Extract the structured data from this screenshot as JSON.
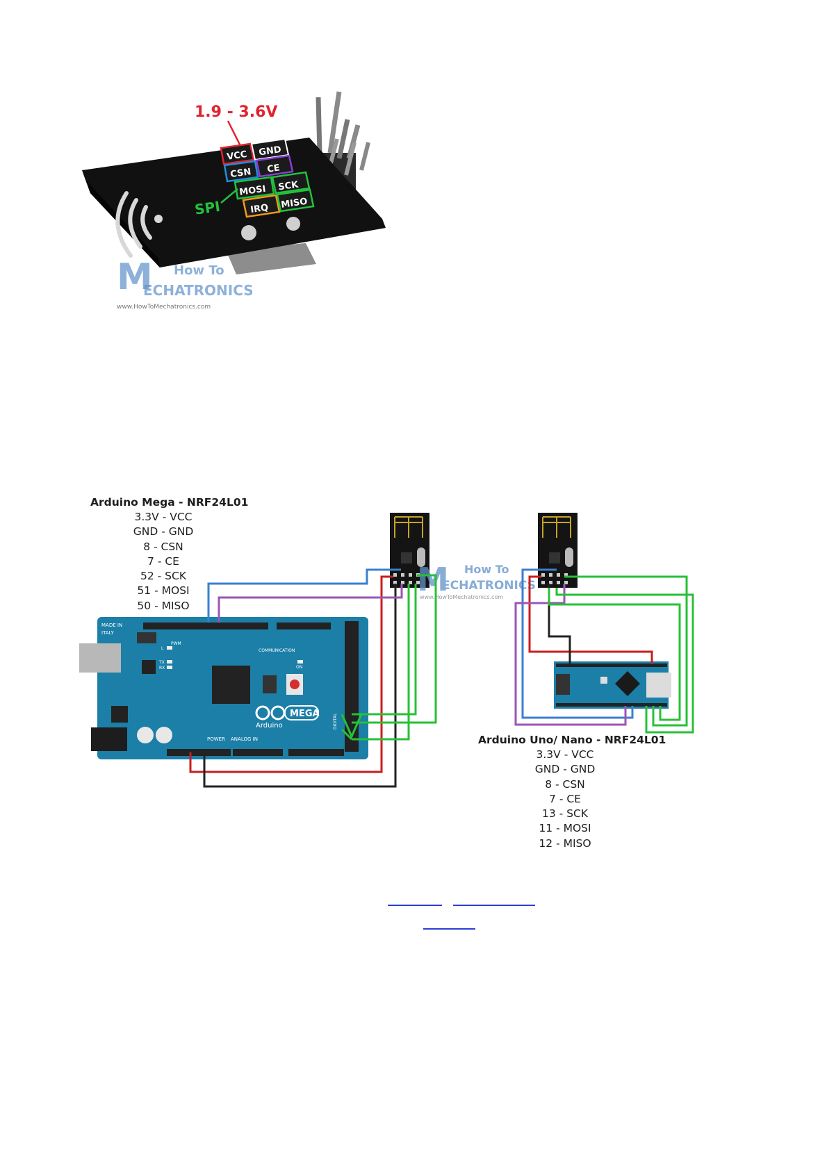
{
  "figure1": {
    "voltage_label": "1.9 - 3.6V",
    "spi_label": "SPI",
    "pins": [
      "VCC",
      "GND",
      "CSN",
      "CE",
      "MOSI",
      "SCK",
      "IRQ",
      "MISO"
    ],
    "colors": {
      "vcc": "#e0242e",
      "gnd": "#ffffff",
      "csn": "#1f8de0",
      "ce": "#8a3fd1",
      "spi": "#23c23c",
      "irq": "#f29a1b"
    },
    "watermark": {
      "line1": "How To",
      "line2": "ECHATRONICS",
      "url": "www.HowToMechatronics.com"
    }
  },
  "figure2": {
    "mega_box": {
      "title": "Arduino Mega - NRF24L01",
      "rows": [
        "3.3V - VCC",
        "GND - GND",
        "8 - CSN",
        "7 - CE",
        "52 - SCK",
        "51 - MOSI",
        "50 - MISO"
      ]
    },
    "uno_box": {
      "title": "Arduino Uno/ Nano - NRF24L01",
      "rows": [
        "3.3V - VCC",
        "GND - GND",
        "8 - CSN",
        "7 - CE",
        "13 - SCK",
        "11 - MOSI",
        "12 - MISO"
      ]
    },
    "mega_board": {
      "logo": "MEGA",
      "brand": "Arduino",
      "label_made_in": "MADE IN",
      "label_italy": "ITALY",
      "label_power": "POWER",
      "label_analog": "ANALOG IN",
      "label_comm": "COMMUNICATION",
      "label_pwm": "PWM",
      "label_digital": "DIGITAL",
      "label_on": "ON",
      "label_tx": "TX",
      "label_rx": "RX",
      "label_l": "L"
    },
    "watermark": {
      "line1": "How To",
      "line2": "ECHATRONICS",
      "url": "www.HowToMechatronics.com"
    },
    "wire_colors": {
      "vcc": "#c81e1e",
      "gnd": "#222222",
      "csn": "#3b7fd1",
      "ce": "#9b55b5",
      "spi": "#27c037"
    }
  }
}
